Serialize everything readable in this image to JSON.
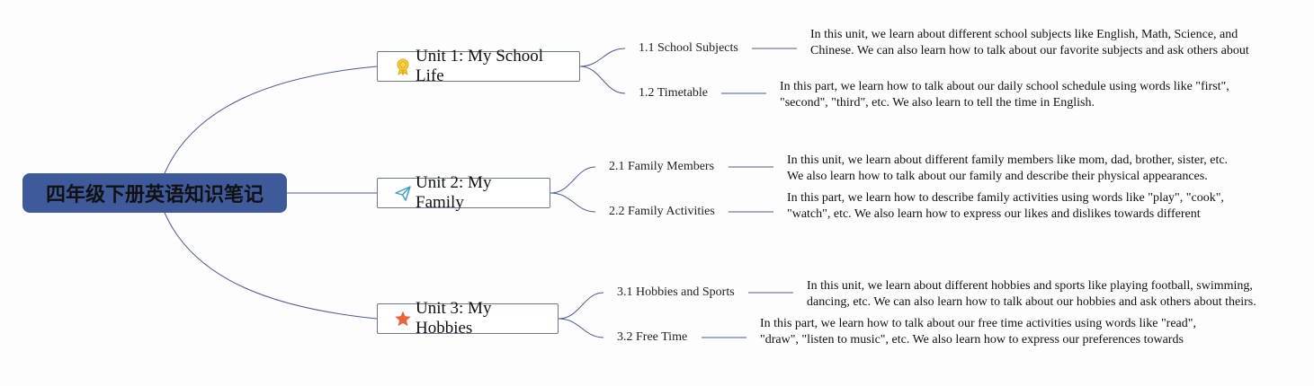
{
  "root": {
    "title": "四年级下册英语知识笔记"
  },
  "colors": {
    "root_bg": "#3f5a9a",
    "line": "#4a5a9a",
    "node_border": "#6a7597"
  },
  "units": [
    {
      "title": "Unit 1: My School Life",
      "icon": "award-ribbon-icon",
      "topics": [
        {
          "label": "1.1 School Subjects",
          "note": "In this unit, we learn about different school subjects like English, Math, Science, and Chinese. We can also learn how to talk about our favorite subjects and ask others about theirs."
        },
        {
          "label": "1.2 Timetable",
          "note": "In this part, we learn how to talk about our daily school schedule using words like \"first\", \"second\", \"third\", etc. We also learn to tell the time in English."
        }
      ]
    },
    {
      "title": "Unit 2: My Family",
      "icon": "paper-plane-icon",
      "topics": [
        {
          "label": "2.1 Family Members",
          "note": "In this unit, we learn about different family members like mom, dad, brother, sister, etc. We also learn how to talk about our family and describe their physical appearances."
        },
        {
          "label": "2.2 Family Activities",
          "note": "In this part, we learn how to describe family activities using words like \"play\", \"cook\", \"watch\", etc. We also learn how to express our likes and dislikes towards different activities."
        }
      ]
    },
    {
      "title": "Unit 3: My Hobbies",
      "icon": "star-icon",
      "topics": [
        {
          "label": "3.1 Hobbies and Sports",
          "note": "In this unit, we learn about different hobbies and sports like playing football, swimming, dancing, etc. We can also learn how to talk about our hobbies and ask others about theirs."
        },
        {
          "label": "3.2 Free Time",
          "note": "In this part, we learn how to talk about our free time activities using words like \"read\", \"draw\", \"listen to music\", etc. We also learn how to express our preferences towards different activities."
        }
      ]
    }
  ]
}
